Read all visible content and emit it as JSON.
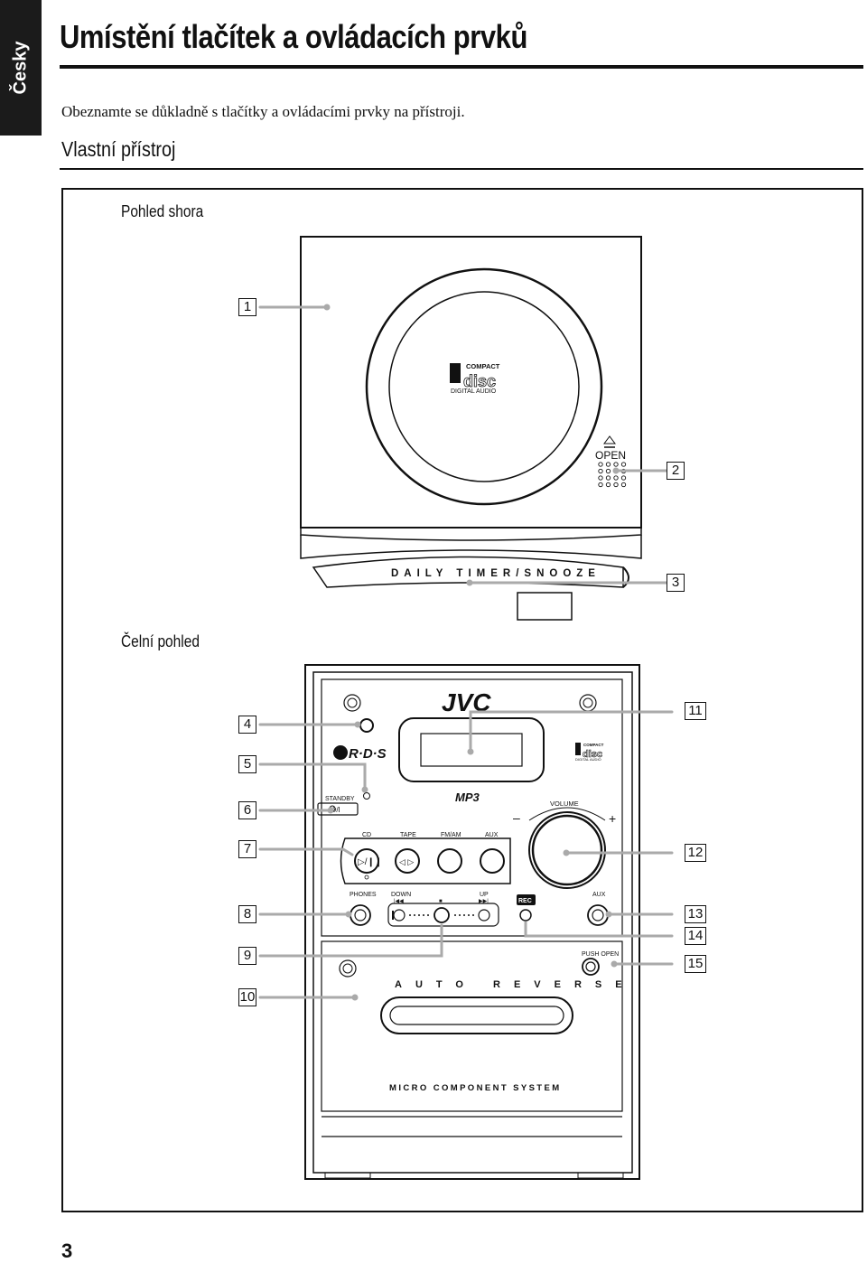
{
  "language_tab": "Česky",
  "page_title": "Umístění tlačítek a ovládacích prvků",
  "intro": "Obeznamte se důkladně s tlačítky a ovládacími prvky na přístroji.",
  "section_title": "Vlastní přístroj",
  "top_view": {
    "label": "Pohled shora",
    "disc_logo": {
      "compact": "COMPACT",
      "disc": "disc",
      "digital": "DIGITAL AUDIO"
    },
    "open_label": "OPEN",
    "eject_icon": "eject-icon",
    "timer_label": "DAILY TIMER/SNOOZE"
  },
  "front_view": {
    "label": "Čelní pohled",
    "brand": "JVC",
    "rds_logo": "R·D·S",
    "mp3_logo": "MP3",
    "disc_logo": {
      "compact": "COMPACT",
      "disc": "disc",
      "digital": "DIGITAL AUDIO"
    },
    "standby": "STANDBY",
    "power_symbol": "⏻/I",
    "volume": "VOLUME",
    "minus": "–",
    "plus": "+",
    "sources": [
      "CD",
      "TAPE",
      "FM/AM",
      "AUX"
    ],
    "play_pause": "▷/❙❙",
    "tape_dir": "◁ ▷",
    "phones": "PHONES",
    "down": "DOWN",
    "up": "UP",
    "prev_icon": "|◀◀",
    "stop_icon": "■",
    "next_icon": "▶▶|",
    "rec": "REC",
    "aux": "AUX",
    "push_open": "PUSH OPEN",
    "auto_reverse": "AUTO REVERSE",
    "model": "MICRO COMPONENT SYSTEM"
  },
  "callouts": [
    "1",
    "2",
    "3",
    "4",
    "5",
    "6",
    "7",
    "8",
    "9",
    "10",
    "11",
    "12",
    "13",
    "14",
    "15"
  ],
  "page_number": "3"
}
